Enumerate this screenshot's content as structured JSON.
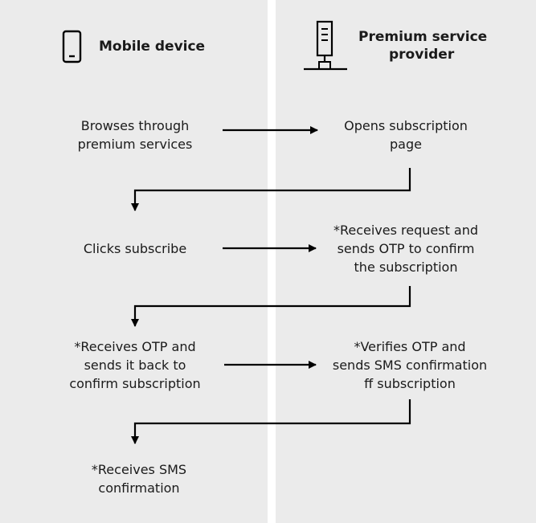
{
  "columns": {
    "left": {
      "title": "Mobile device",
      "icon": "mobile-phone-icon"
    },
    "right": {
      "title_line1": "Premium service",
      "title_line2": "provider",
      "icon": "server-icon"
    }
  },
  "steps": {
    "browse": {
      "line1": "Browses through",
      "line2": "premium services"
    },
    "open_page": {
      "line1": "Opens subscription",
      "line2": "page"
    },
    "click_subscribe": {
      "line1": "Clicks subscribe"
    },
    "receive_request": {
      "line1": "*Receives request and",
      "line2": "sends OTP to confirm",
      "line3": "the subscription"
    },
    "receive_otp": {
      "line1": "*Receives OTP and",
      "line2": "sends it back to",
      "line3": "confirm subscription"
    },
    "verify_otp": {
      "line1": "*Verifies OTP and",
      "line2": "sends SMS confirmation",
      "line3": "ff subscription"
    },
    "receive_sms": {
      "line1": "*Receives SMS",
      "line2": "confirmation"
    }
  },
  "colors": {
    "panel": "#ebebeb",
    "divider": "#ffffff",
    "ink": "#000000"
  }
}
